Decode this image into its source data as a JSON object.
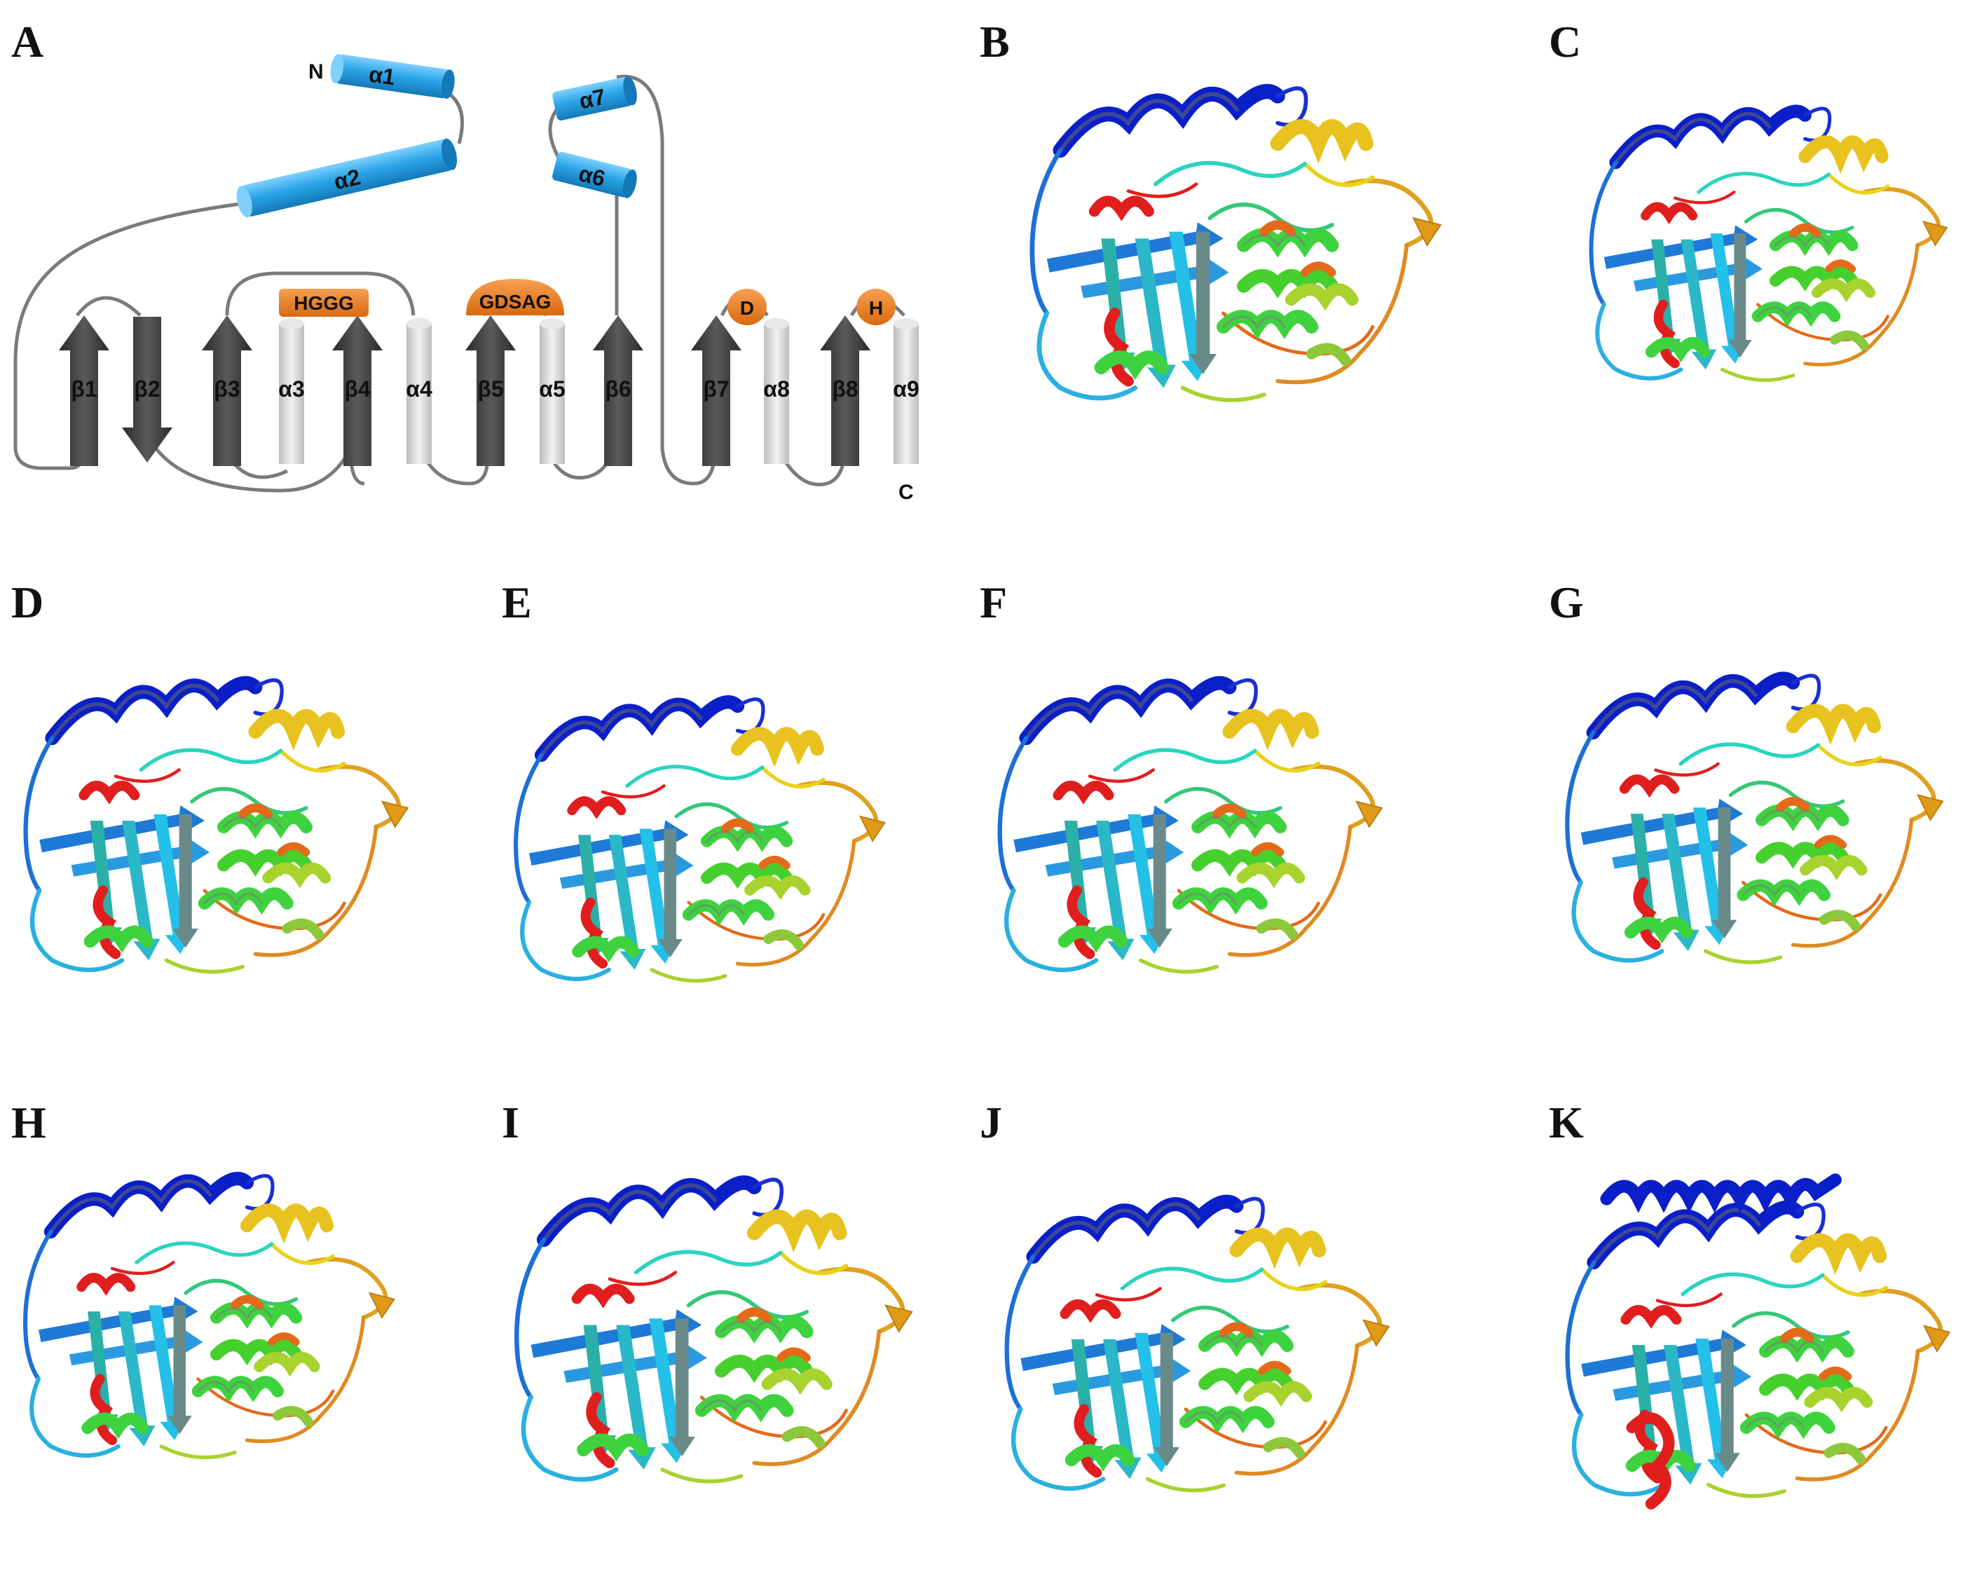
{
  "panels": {
    "A": "A",
    "B": "B",
    "C": "C",
    "D": "D",
    "E": "E",
    "F": "F",
    "G": "G",
    "H": "H",
    "I": "I",
    "J": "J",
    "K": "K"
  },
  "topology": {
    "termini": {
      "n": "N",
      "c": "C"
    },
    "helices_top": [
      "α1",
      "α2",
      "α6",
      "α7"
    ],
    "strands": [
      "β1",
      "β2",
      "β3",
      "β4",
      "β5",
      "β6",
      "β7",
      "β8"
    ],
    "helices_sheet": [
      "α3",
      "α4",
      "α5",
      "α8",
      "α9"
    ],
    "motifs": [
      "HGGG",
      "GDSAG",
      "D",
      "H"
    ]
  },
  "colors": {
    "helix_blue": "#2aa5e8",
    "strand_dark": "#4a4a4a",
    "helix_light": "#d6d6d6",
    "motif_orange": "#e8852a",
    "connector": "#7a7a7a",
    "rainbow": [
      "#0a1fc8",
      "#1e6fd6",
      "#2ab0e0",
      "#2ad4c0",
      "#34c878",
      "#3ed33e",
      "#a8d22e",
      "#e8d21e",
      "#e0a020",
      "#e46a1a",
      "#e01e1e"
    ]
  }
}
